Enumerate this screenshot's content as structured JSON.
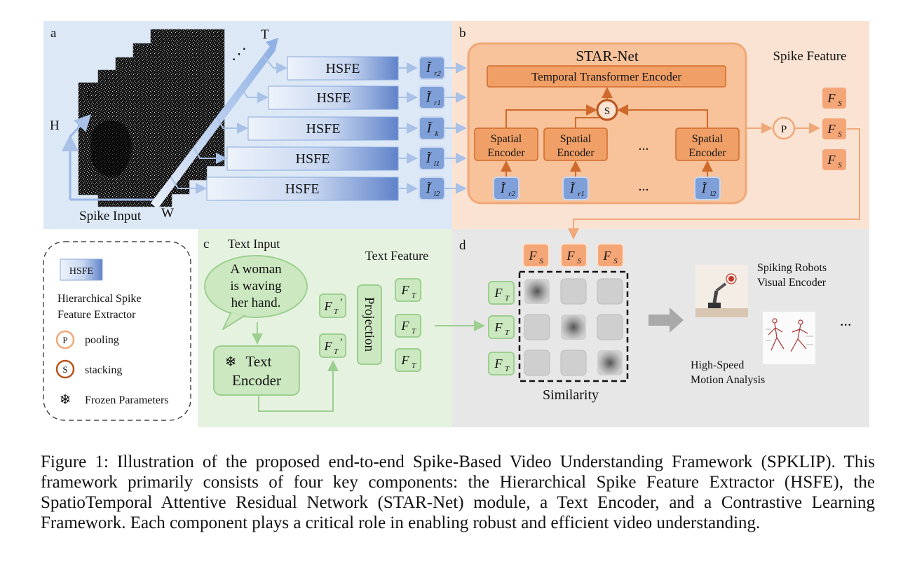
{
  "panels": {
    "a": {
      "letter": "a",
      "spike_input_label": "Spike Input",
      "axes": {
        "t": "T",
        "c": "C",
        "h": "H",
        "w": "W"
      },
      "dots": "⋰",
      "hsfe_label": "HSFE",
      "hsfe_outputs": [
        {
          "sym": "Ĩ",
          "sub": "r2"
        },
        {
          "sym": "Ĩ",
          "sub": "r1"
        },
        {
          "sym": "Ĩ",
          "sub": "k"
        },
        {
          "sym": "Ĩ",
          "sub": "l1"
        },
        {
          "sym": "Ĩ",
          "sub": "l2"
        }
      ]
    },
    "b": {
      "letter": "b",
      "title": "STAR-Net",
      "temporal_encoder": "Temporal Transformer Encoder",
      "stack_symbol": "S",
      "spatial_encoder_line1": "Spatial",
      "spatial_encoder_line2": "Encoder",
      "ellipsis": "...",
      "inputs": [
        {
          "sym": "Ĩ",
          "sub": "r2"
        },
        {
          "sym": "Ĩ",
          "sub": "r1"
        },
        {
          "sym": "Ĩ",
          "sub": "l2"
        }
      ],
      "pool_symbol": "P",
      "spike_feature_label": "Spike Feature",
      "feature": {
        "sym": "F",
        "sub": "S"
      }
    },
    "c": {
      "letter": "c",
      "text_input_label": "Text Input",
      "bubble_lines": [
        "A woman",
        "is waving",
        "her hand."
      ],
      "text_encoder_line1": "Text",
      "text_encoder_line2": "Encoder",
      "snowflake": "❄",
      "ft_prime": {
        "sym": "F",
        "sub": "T",
        "prime": "′"
      },
      "projection_label": "Projection",
      "text_feature_label": "Text Feature",
      "ft": {
        "sym": "F",
        "sub": "T"
      }
    },
    "d": {
      "letter": "d",
      "similarity_label": "Similarity",
      "fs": {
        "sym": "F",
        "sub": "S"
      },
      "ft": {
        "sym": "F",
        "sub": "T"
      },
      "app_robots_line1": "Spiking Robots",
      "app_robots_line2": "Visual Encoder",
      "app_motion_line1": "High-Speed",
      "app_motion_line2": "Motion Analysis",
      "more": "..."
    }
  },
  "legend": {
    "hsfe_chip": "HSFE",
    "hsfe_desc_line1": "Hierarchical Spike",
    "hsfe_desc_line2": "Feature Extractor",
    "pooling_symbol": "P",
    "pooling_label": "pooling",
    "stacking_symbol": "S",
    "stacking_label": "stacking",
    "frozen_icon": "❄",
    "frozen_label": "Frozen Parameters"
  },
  "caption": "Figure 1:  Illustration of the proposed end-to-end Spike-Based Video Understanding Framework (SPKLIP). This framework primarily consists of four key components: the Hierarchical Spike Feature Extractor (HSFE), the SpatioTemporal Attentive Residual Network (STAR-Net) module, a Text Encoder, and a Contrastive Learning Framework. Each component plays a critical role in enabling robust and efficient video understanding."
}
